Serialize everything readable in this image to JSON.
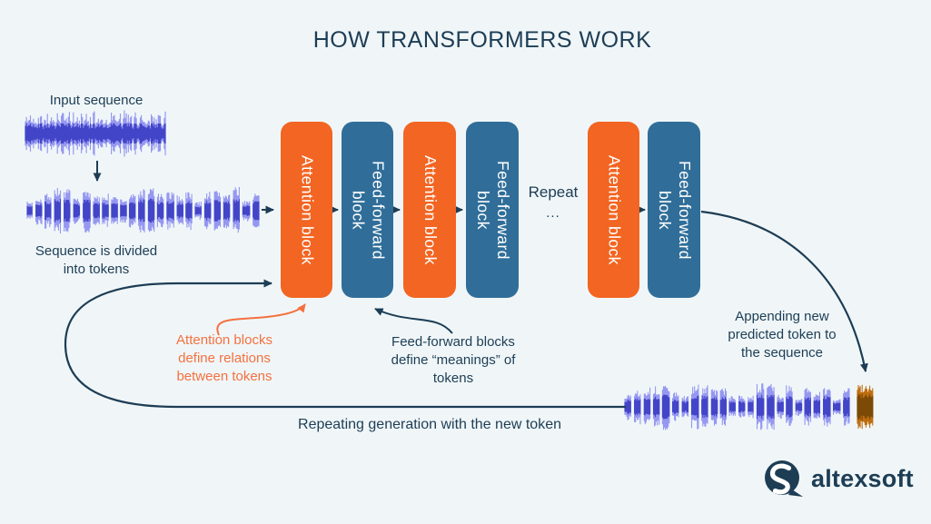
{
  "title": "HOW TRANSFORMERS WORK",
  "labels": {
    "input_sequence": "Input sequence",
    "sequence_divided": "Sequence is divided\ninto tokens",
    "repeat": "Repeat",
    "repeat_dots": "...",
    "attention_note": "Attention blocks\ndefine relations\nbetween tokens",
    "feedforward_note": "Feed-forward blocks\ndefine “meanings” of\ntokens",
    "appending_note": "Appending new\npredicted token to\nthe sequence",
    "repeating_note": "Repeating generation with the new token"
  },
  "blocks": [
    {
      "type": "attention",
      "label": "Attention block"
    },
    {
      "type": "feedforward",
      "label": "Feed-forward\nblock"
    },
    {
      "type": "attention",
      "label": "Attention block"
    },
    {
      "type": "feedforward",
      "label": "Feed-forward\nblock"
    },
    {
      "type": "attention",
      "label": "Attention block"
    },
    {
      "type": "feedforward",
      "label": "Feed-forward\nblock"
    }
  ],
  "logo": {
    "text": "altexsoft"
  },
  "colors": {
    "background": "#f0f6f8",
    "navy": "#1d3d55",
    "attention_orange": "#f26522",
    "feedforward_blue": "#306e99",
    "annotation_orange": "#f4713f",
    "wave_light": "#8b8df0",
    "wave_dark": "#4345c8",
    "token_orange_light": "#bf6e10",
    "token_orange_dark": "#7b4a06"
  }
}
